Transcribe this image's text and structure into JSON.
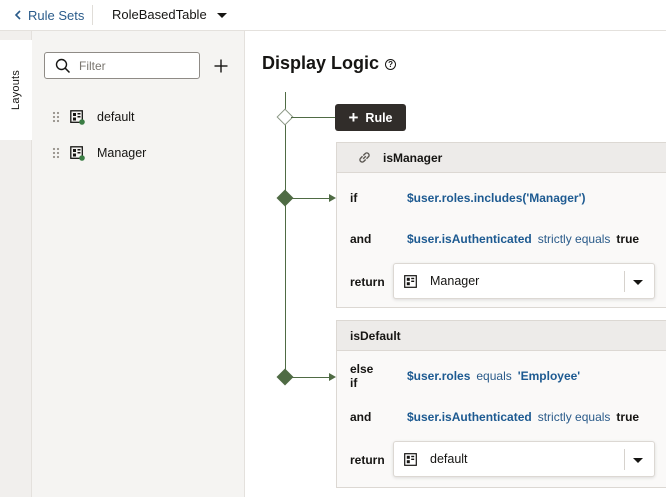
{
  "topbar": {
    "back_label": "Rule Sets",
    "table_name": "RoleBasedTable"
  },
  "sidebar_tabs": {
    "layouts_label": "Layouts"
  },
  "layout_panel": {
    "filter_placeholder": "Filter",
    "items": [
      {
        "label": "default"
      },
      {
        "label": "Manager"
      }
    ]
  },
  "main": {
    "title": "Display Logic",
    "add_rule_label": "Rule",
    "rules": [
      {
        "name": "isManager",
        "conditions": [
          {
            "keyword": "if",
            "expr": "$user.roles.includes('Manager')"
          },
          {
            "keyword": "and",
            "var": "$user.isAuthenticated",
            "operator": "strictly equals",
            "value": "true"
          }
        ],
        "return_keyword": "return",
        "return_value": "Manager"
      },
      {
        "name": "isDefault",
        "conditions": [
          {
            "keyword": "else if",
            "var": "$user.roles",
            "operator": "equals",
            "value": "'Employee'"
          },
          {
            "keyword": "and",
            "var": "$user.isAuthenticated",
            "operator": "strictly equals",
            "value": "true"
          }
        ],
        "return_keyword": "return",
        "return_value": "default"
      }
    ]
  },
  "colors": {
    "accent_link": "#2a5b8a",
    "variable": "#1d5a91",
    "flow_line": "#4f6b44",
    "rule_button_bg": "#312d2a",
    "badge_green": "#3a7d44"
  },
  "icons": [
    "chevron-left-icon",
    "chevron-down-icon",
    "search-icon",
    "plus-icon",
    "drag-handle-icon",
    "layout-grid-icon",
    "help-icon",
    "link-icon"
  ]
}
